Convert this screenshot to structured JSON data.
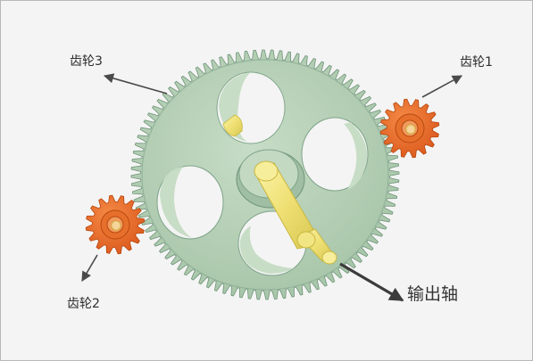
{
  "labels": {
    "gear3": "齿轮3",
    "gear1": "齿轮1",
    "gear2": "齿轮2",
    "output_shaft": "输出轴"
  },
  "colors": {
    "background": "#f4f4f4",
    "main_gear": "#b9d3b9",
    "main_gear_dark": "#7fa489",
    "pinion": "#e8651d",
    "pinion_dark": "#b8480f",
    "shaft": "#f1e47a",
    "shaft_dark": "#c9b73f",
    "arrow": "#4a4a4a"
  },
  "components": {
    "main_gear_icon": "large-spur-gear",
    "pinion_icon": "small-spur-gear",
    "shaft_icon": "cylindrical-shaft"
  }
}
